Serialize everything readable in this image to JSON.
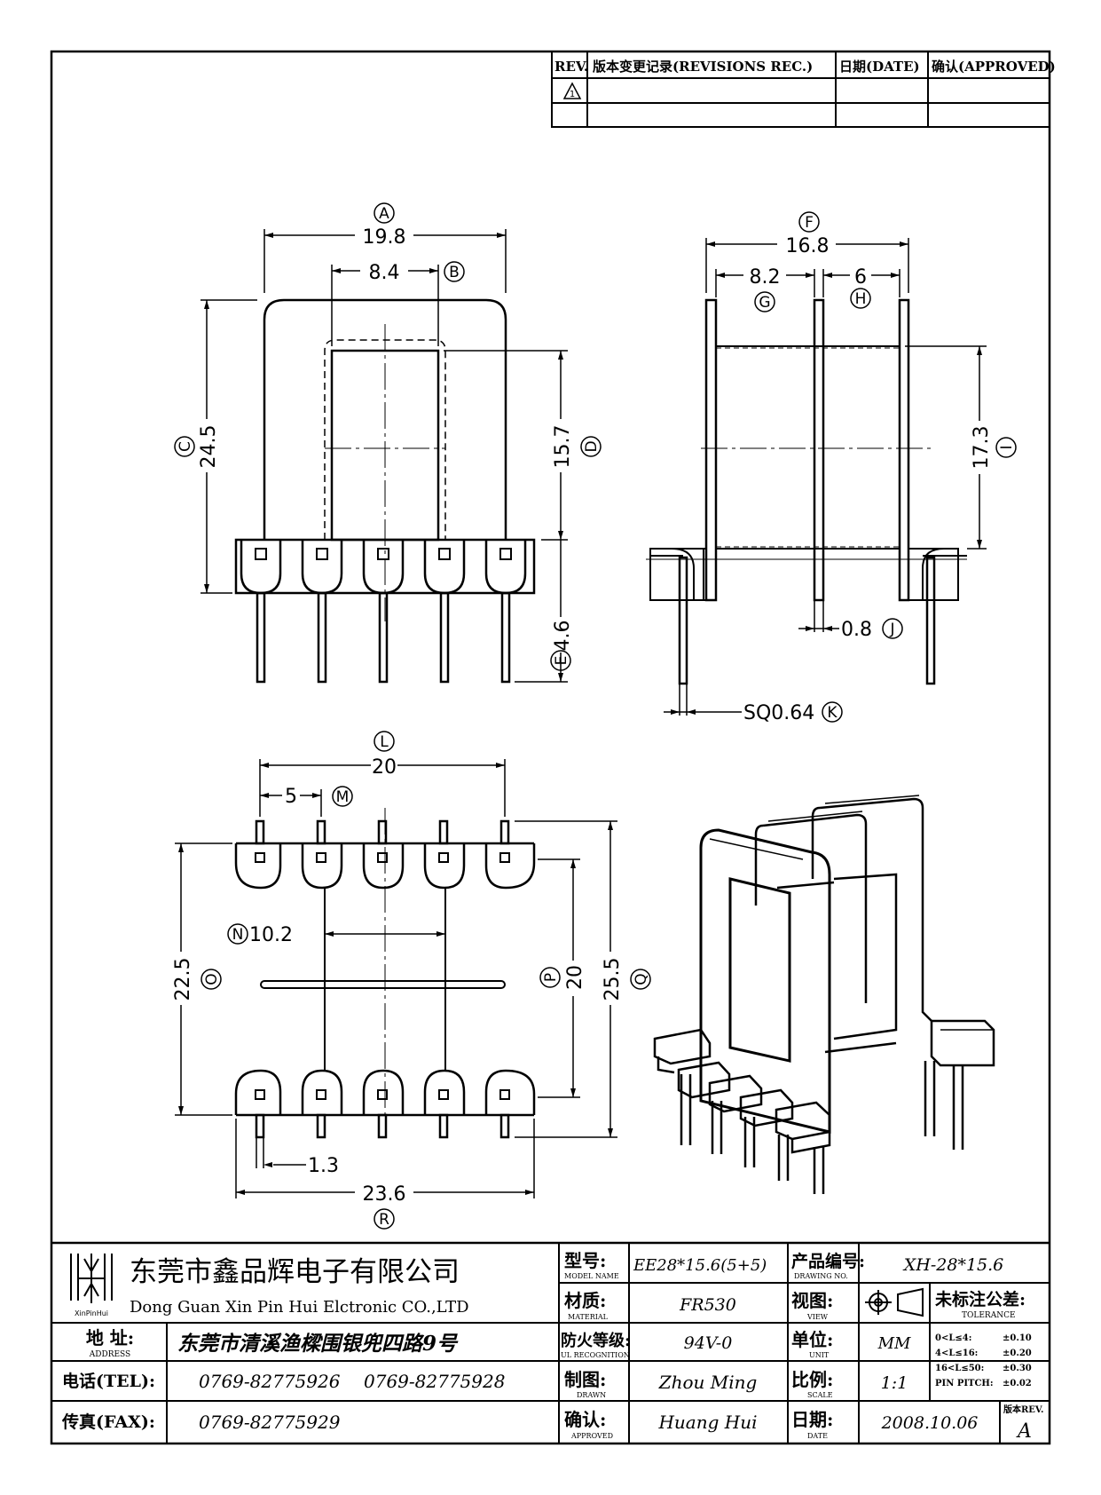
{
  "revision_table": {
    "rev_header": "REV.",
    "record_header": "版本变更记录(REVISIONS REC.)",
    "date_header": "日期(DATE)",
    "approved_header": "确认(APPROVED)",
    "rev_mark": "1"
  },
  "dimensions": {
    "A": {
      "label": "A",
      "value": "19.8"
    },
    "B": {
      "label": "B",
      "value": "8.4"
    },
    "C": {
      "label": "C",
      "value": "24.5"
    },
    "D": {
      "label": "D",
      "value": "15.7"
    },
    "E": {
      "label": "E",
      "value": "4.6"
    },
    "F": {
      "label": "F",
      "value": "16.8"
    },
    "G": {
      "label": "G",
      "value": "8.2"
    },
    "H": {
      "label": "H",
      "value": "6"
    },
    "I": {
      "label": "I",
      "value": "17.3"
    },
    "J": {
      "label": "J",
      "value": "0.8"
    },
    "K": {
      "label": "K",
      "value": "SQ0.64"
    },
    "L": {
      "label": "L",
      "value": "20"
    },
    "M": {
      "label": "M",
      "value": "5"
    },
    "N": {
      "label": "N",
      "value": "10.2"
    },
    "O": {
      "label": "O",
      "value": "22.5"
    },
    "P": {
      "label": "P",
      "value": "20"
    },
    "Q": {
      "label": "Q",
      "value": "25.5"
    },
    "R": {
      "label": "R",
      "value": "23.6"
    },
    "pitch": {
      "value": "1.3"
    }
  },
  "title_block": {
    "company_cn": "东莞市鑫品辉电子有限公司",
    "company_en": "Dong Guan Xin Pin Hui Elctronic CO.,LTD",
    "logo_text": "XinPinHui",
    "address_label": "地  址:",
    "address_label_en": "ADDRESS",
    "address_value": "东莞市清溪渔樑围银兜四路9号",
    "tel_label": "电话(TEL):",
    "tel_value_1": "0769-82775926",
    "tel_value_2": "0769-82775928",
    "fax_label": "传真(FAX):",
    "fax_value": "0769-82775929",
    "model_label": "型号:",
    "model_label_en": "MODEL NAME",
    "model_value": "EE28*15.6(5+5)",
    "material_label": "材质:",
    "material_label_en": "MATERIAL",
    "material_value": "FR530",
    "ul_label": "防火等级:",
    "ul_label_en": "UL RECOGNITION",
    "ul_value": "94V-0",
    "drawn_label": "制图:",
    "drawn_label_en": "DRAWN",
    "drawn_value": "Zhou Ming",
    "approved_label": "确认:",
    "approved_label_en": "APPROVED",
    "approved_value": "Huang Hui",
    "drawing_no_label": "产品编号:",
    "drawing_no_label_en": "DRAWING NO.",
    "drawing_no_value": "XH-28*15.6",
    "view_label": "视图:",
    "view_label_en": "VIEW",
    "unit_label": "单位:",
    "unit_label_en": "UNIT",
    "unit_value": "MM",
    "scale_label": "比例:",
    "scale_label_en": "SCALE",
    "scale_value": "1:1",
    "date_label": "日期:",
    "date_label_en": "DATE",
    "date_value": "2008.10.06",
    "tolerance_label": "未标注公差:",
    "tolerance_label_en": "TOLERANCE",
    "tol_rows": [
      {
        "range": "0<L≤4:",
        "value": "±0.10"
      },
      {
        "range": "4<L≤16:",
        "value": "±0.20"
      },
      {
        "range": "16<L≤50:",
        "value": "±0.30"
      },
      {
        "range": "PIN PITCH:",
        "value": "±0.02"
      }
    ],
    "rev_label": "版本REV.",
    "rev_value": "A"
  }
}
